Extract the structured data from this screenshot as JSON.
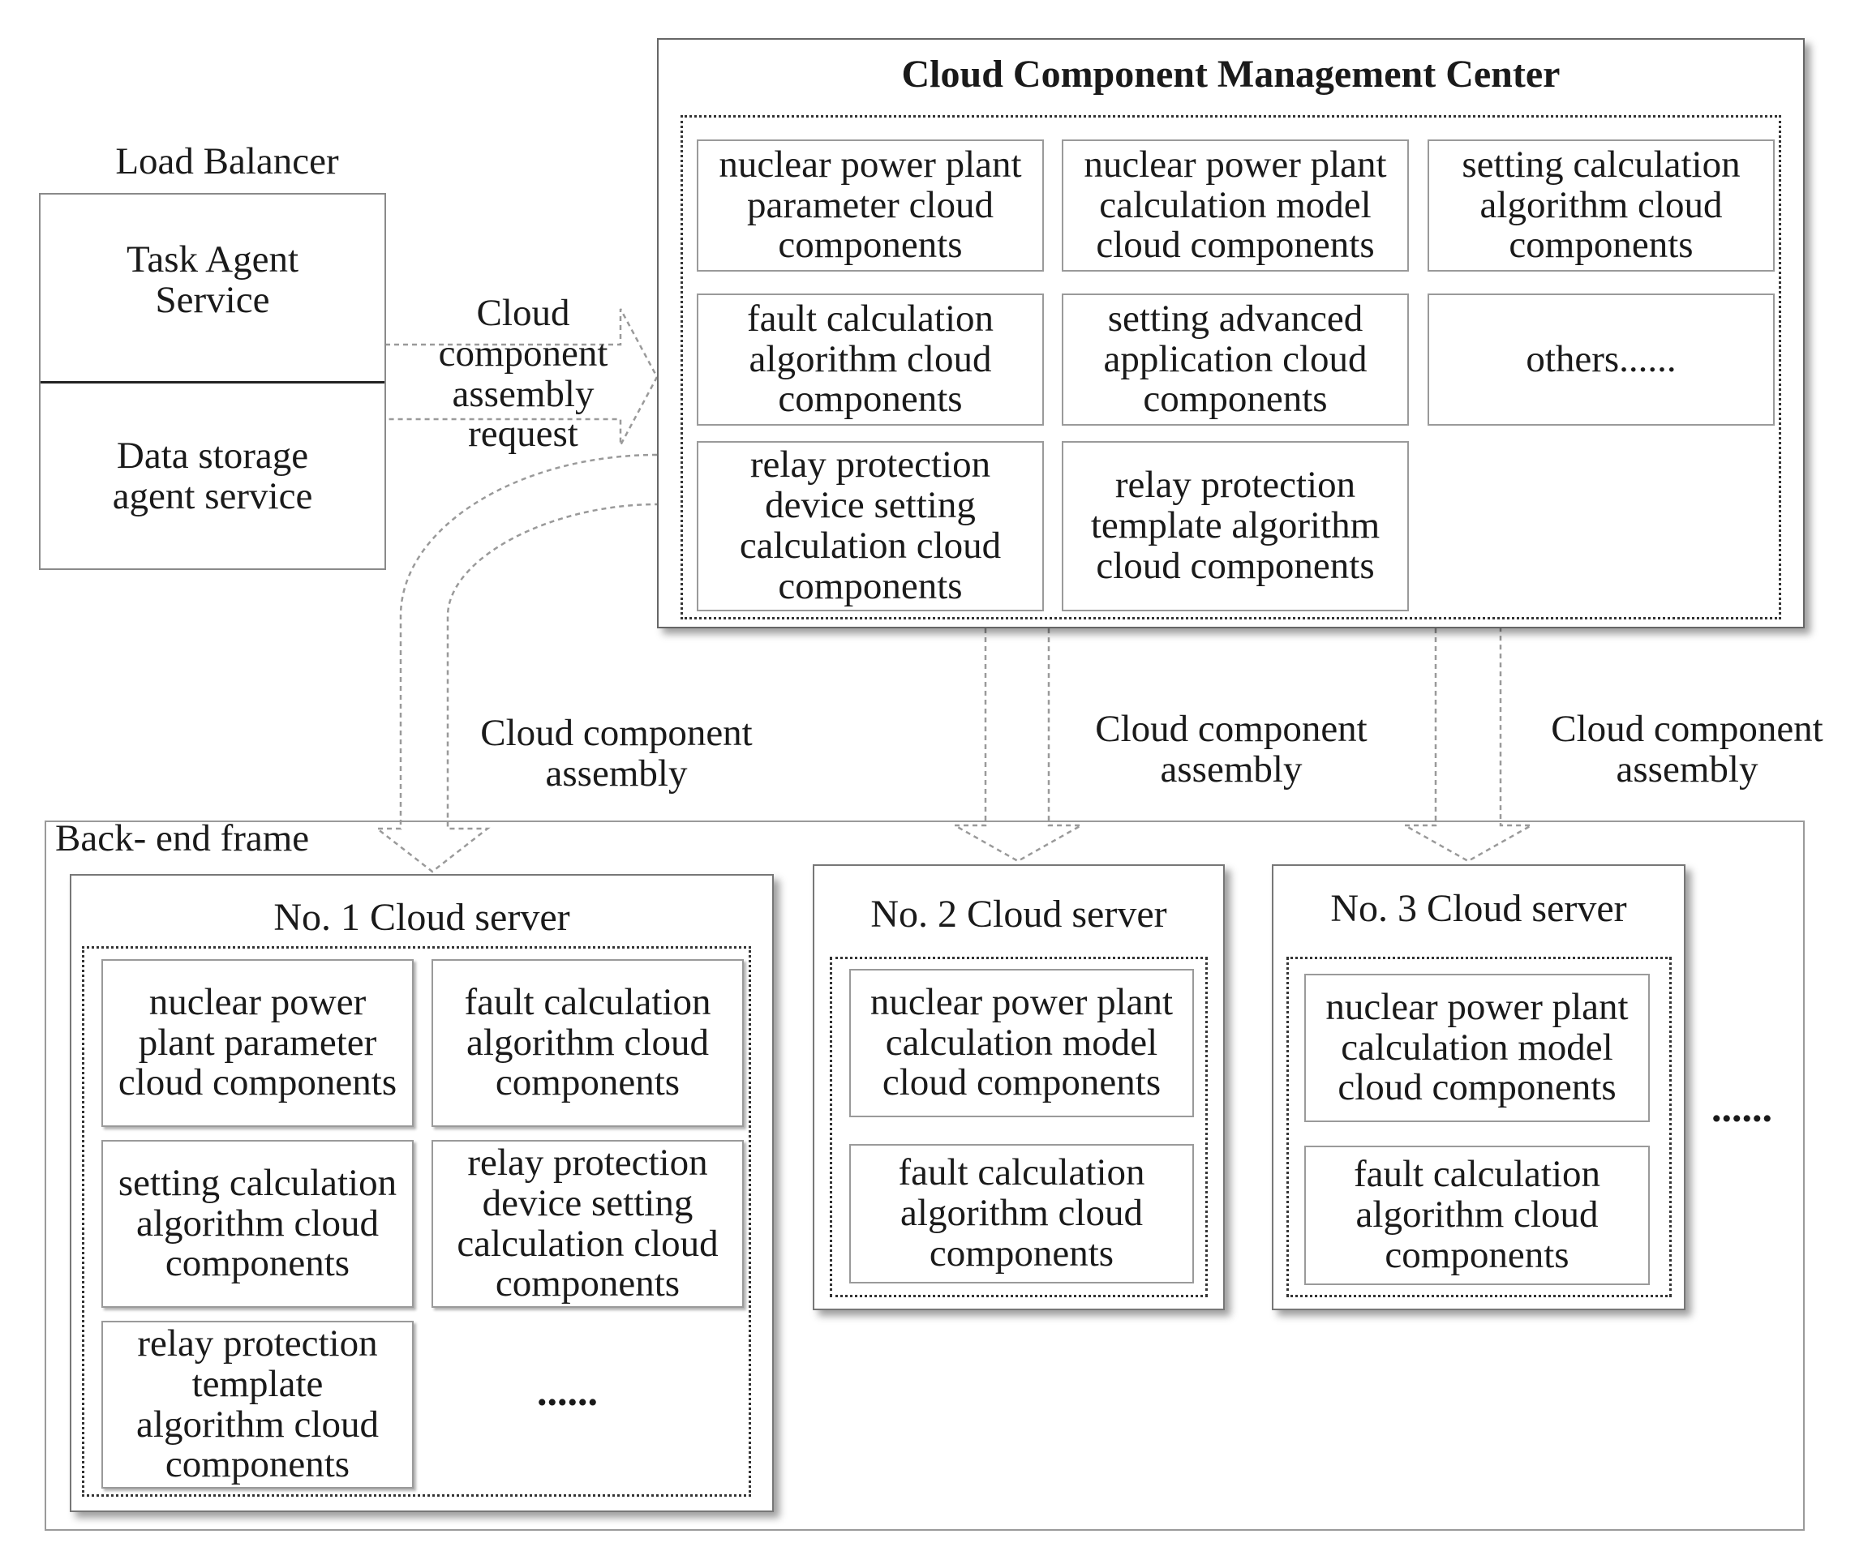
{
  "load_balancer": {
    "label": "Load Balancer",
    "task_agent": "Task Agent\nService",
    "data_storage_agent": "Data storage\nagent service"
  },
  "request_arrow": {
    "label": "Cloud\ncomponent\nassembly\nrequest"
  },
  "management_center": {
    "title": "Cloud Component Management Center",
    "components": [
      "nuclear power plant\nparameter cloud\ncomponents",
      "nuclear power plant\ncalculation model\ncloud components",
      "setting calculation\nalgorithm cloud\ncomponents",
      "fault calculation\nalgorithm cloud\ncomponents",
      "setting advanced\napplication cloud\ncomponents",
      "others......",
      "relay protection\ndevice setting\ncalculation cloud\ncomponents",
      "relay protection\ntemplate algorithm\ncloud components"
    ]
  },
  "assembly_labels": [
    "Cloud component\nassembly",
    "Cloud component\nassembly",
    "Cloud component\nassembly"
  ],
  "backend": {
    "label": "Back- end frame",
    "more": "......",
    "servers": [
      {
        "title": "No. 1 Cloud server",
        "components": [
          "nuclear power\nplant parameter\ncloud components",
          "fault calculation\nalgorithm cloud\ncomponents",
          "setting calculation\nalgorithm cloud\ncomponents",
          "relay protection\ndevice setting\ncalculation cloud\ncomponents",
          "relay protection\ntemplate\nalgorithm cloud\ncomponents"
        ],
        "more": "......"
      },
      {
        "title": "No. 2 Cloud server",
        "components": [
          "nuclear power plant\ncalculation model\ncloud components",
          "fault calculation\nalgorithm cloud\ncomponents"
        ]
      },
      {
        "title": "No. 3 Cloud server",
        "components": [
          "nuclear power plant\ncalculation model\ncloud components",
          "fault calculation\nalgorithm cloud\ncomponents"
        ]
      }
    ]
  }
}
